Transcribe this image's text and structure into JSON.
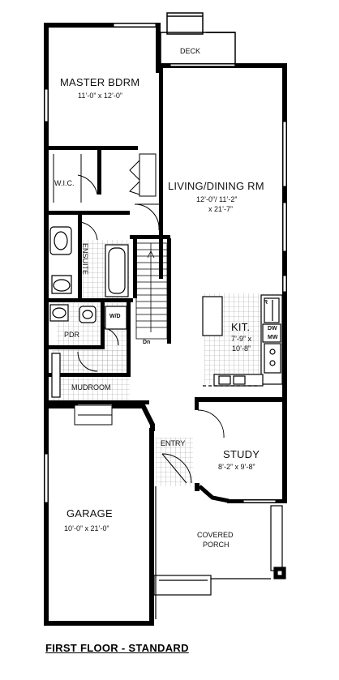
{
  "rooms": {
    "master": {
      "name": "MASTER BDRM",
      "dims": "11’-0” x 12’-0”"
    },
    "living": {
      "name": "LIVING/DINING RM",
      "dims1": "12’-0”/ 11’-2”",
      "dims2": "x 21’-7”"
    },
    "kitchen": {
      "name": "KIT.",
      "dims1": "7’-9” x",
      "dims2": "10’-8”"
    },
    "study": {
      "name": "STUDY",
      "dims": "8’-2” x 9’-8”"
    },
    "garage": {
      "name": "GARAGE",
      "dims": "10’-0” x 21’-0”"
    },
    "deck": "DECK",
    "wic": "W.I.C.",
    "ensuite": "ENSUITE",
    "pdr": "PDR",
    "wd": "W/D",
    "mudroom": "MUDROOM",
    "entry": "ENTRY",
    "porch1": "COVERED",
    "porch2": "PORCH",
    "dn": "Dn",
    "dw": "DW",
    "mw": "MW",
    "r": "R"
  },
  "caption": "FIRST FLOOR - STANDARD",
  "colors": {
    "wall": "#000000",
    "tile": "#9a9a9a",
    "ink": "#111111"
  }
}
